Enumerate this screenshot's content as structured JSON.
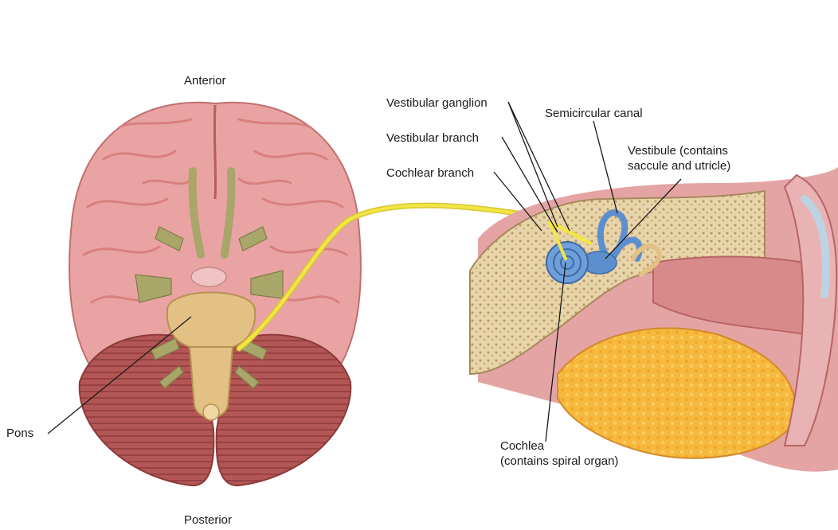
{
  "labels": {
    "anterior": "Anterior",
    "posterior": "Posterior",
    "pons": "Pons",
    "vestibular_ganglion": "Vestibular ganglion",
    "vestibular_branch": "Vestibular branch",
    "cochlear_branch": "Cochlear branch",
    "semicircular_canal": "Semicircular canal",
    "vestibule": "Vestibule (contains\nsaccule and utricle)",
    "cochlea": "Cochlea\n(contains spiral organ)"
  },
  "colors": {
    "cerebrum": "#e9a3a3",
    "cerebrum_gyri": "#d9807f",
    "cerebellum": "#b35656",
    "brainstem": "#e3c084",
    "cranial_nerves": "#a9a66a",
    "nerve": "#f2e646",
    "bone": "#e8d4a9",
    "bone_pores": "#b99b6a",
    "fat": "#f6b93d",
    "cochlea": "#5d8fcf",
    "skin": "#e4a4a4",
    "leader_line": "#1a1a1a"
  }
}
